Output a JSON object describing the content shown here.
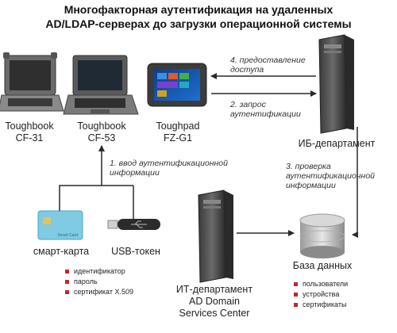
{
  "title": {
    "line1": "Многофакторная аутентификация на удаленных",
    "line2": "AD/LDAP-серверах до загрузки операционной системы"
  },
  "devices": {
    "cf31": {
      "name": "Toughbook",
      "model": "CF-31"
    },
    "cf53": {
      "name": "Toughbook",
      "model": "CF-53"
    },
    "fzg1": {
      "name": "Toughpad",
      "model": "FZ-G1"
    }
  },
  "servers": {
    "ib": {
      "label": "ИБ-департамент"
    },
    "it": {
      "line1": "ИТ-департамент",
      "line2": "AD Domain",
      "line3": "Services Center"
    }
  },
  "database": {
    "label": "База данных",
    "items": [
      "пользователи",
      "устройства",
      "сертификаты"
    ]
  },
  "auth": {
    "smartcard": {
      "label": "смарт-карта",
      "card_text": "Smart Card"
    },
    "token": {
      "label": "USB-токен"
    },
    "items": [
      "идентификатор",
      "пароль",
      "сертификат X.509"
    ]
  },
  "steps": {
    "s1": {
      "line1": "1. ввод аутентификационной",
      "line2": "информации"
    },
    "s2": {
      "line1": "2. запрос",
      "line2": "аутентификации"
    },
    "s3": {
      "line1": "3. проверка",
      "line2": "аутентификационной",
      "line3": "информации"
    },
    "s4": {
      "line1": "4. предоставление",
      "line2": "доступа"
    }
  },
  "colors": {
    "bullet": "#c0282d",
    "line": "#2a2a2a",
    "card": "#7ecbe3",
    "token": "#2b2b2b"
  }
}
